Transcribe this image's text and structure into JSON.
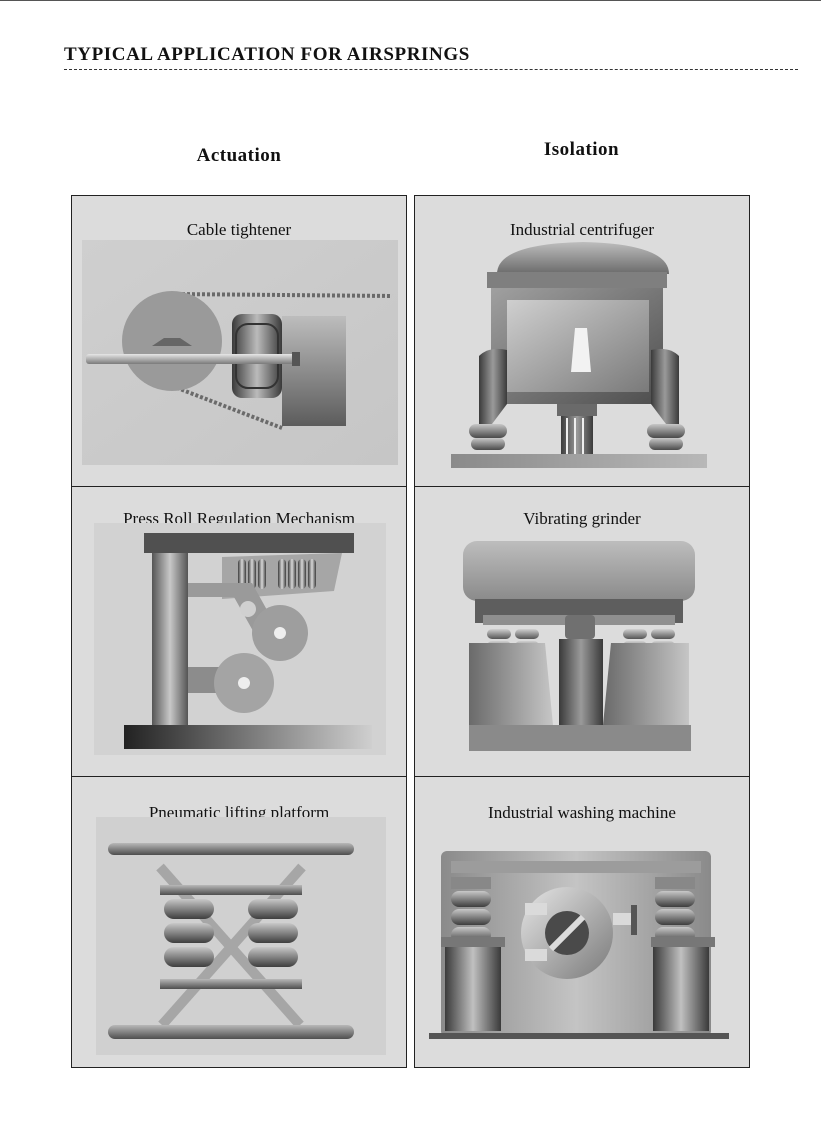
{
  "page": {
    "title": "TYPICAL  APPLICATION  FOR  AIRSPRINGS"
  },
  "columns": {
    "actuation": "Actuation",
    "isolation": "Isolation"
  },
  "panels": [
    {
      "label": "Cable tightener"
    },
    {
      "label": "Industrial centrifuger"
    },
    {
      "label": "Press Roll Regulation Mechanism"
    },
    {
      "label": "Vibrating grinder"
    },
    {
      "label": "Pneumatic lifting platform"
    },
    {
      "label": "Industrial washing machine"
    }
  ]
}
